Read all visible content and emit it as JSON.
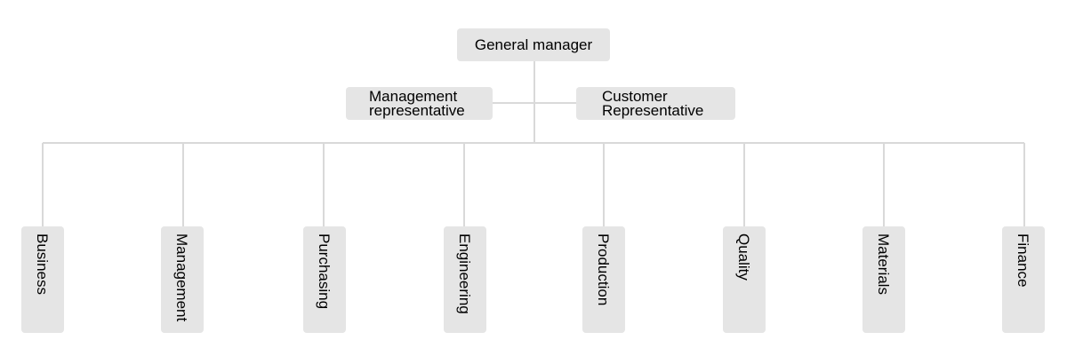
{
  "top": {
    "label": "General manager"
  },
  "representatives": [
    {
      "lines": [
        "Management",
        "representative"
      ]
    },
    {
      "lines": [
        "Customer",
        "Representative"
      ]
    }
  ],
  "departments": [
    {
      "label": "Business"
    },
    {
      "label": "Management"
    },
    {
      "label": "Purchasing"
    },
    {
      "label": "Engineering"
    },
    {
      "label": "Production"
    },
    {
      "label": "Quality"
    },
    {
      "label": "Materials"
    },
    {
      "label": "Finance"
    }
  ],
  "colors": {
    "node_fill": "#e5e5e5",
    "connector": "#d9d9d9",
    "text": "#000000"
  }
}
